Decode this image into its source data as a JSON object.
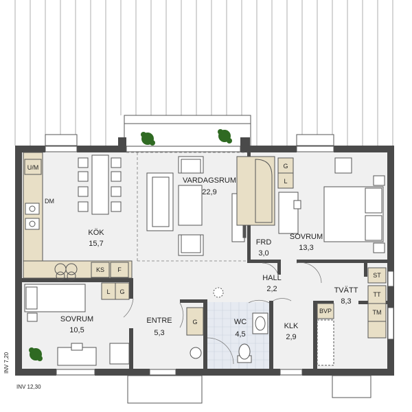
{
  "rooms": {
    "vardagsrum": {
      "name": "VARDAGSRUM",
      "area": "22,9"
    },
    "kok": {
      "name": "KÖK",
      "area": "15,7"
    },
    "sovrum_east": {
      "name": "SOVRUM",
      "area": "13,3"
    },
    "frd": {
      "name": "FRD",
      "area": "3,0"
    },
    "hall": {
      "name": "HALL",
      "area": "2,2"
    },
    "tvatt": {
      "name": "TVÄTT",
      "area": "8,3"
    },
    "sovrum_west": {
      "name": "SOVRUM",
      "area": "10,5"
    },
    "entre": {
      "name": "ENTRE",
      "area": "5,3"
    },
    "wc": {
      "name": "WC",
      "area": "4,5"
    },
    "klk": {
      "name": "KLK",
      "area": "2,9"
    }
  },
  "fixtures": {
    "um": "U/M",
    "dm": "DM",
    "ks": "KS",
    "f": "F",
    "l_west": "L",
    "g_west": "G",
    "g_frd": "G",
    "l_frd": "L",
    "g_entre": "G",
    "bvp": "BVP",
    "st": "ST",
    "tt": "TT",
    "tm": "TM"
  },
  "dimensions": {
    "height": "INV 7,20",
    "width": "INV 12,30"
  },
  "colors": {
    "wall": "#4a4a4a",
    "floor": "#f0f0f0",
    "cabinet": "#e8dfc6",
    "wc_tile": "#e6eaf1",
    "plant": "#2f6a22"
  }
}
